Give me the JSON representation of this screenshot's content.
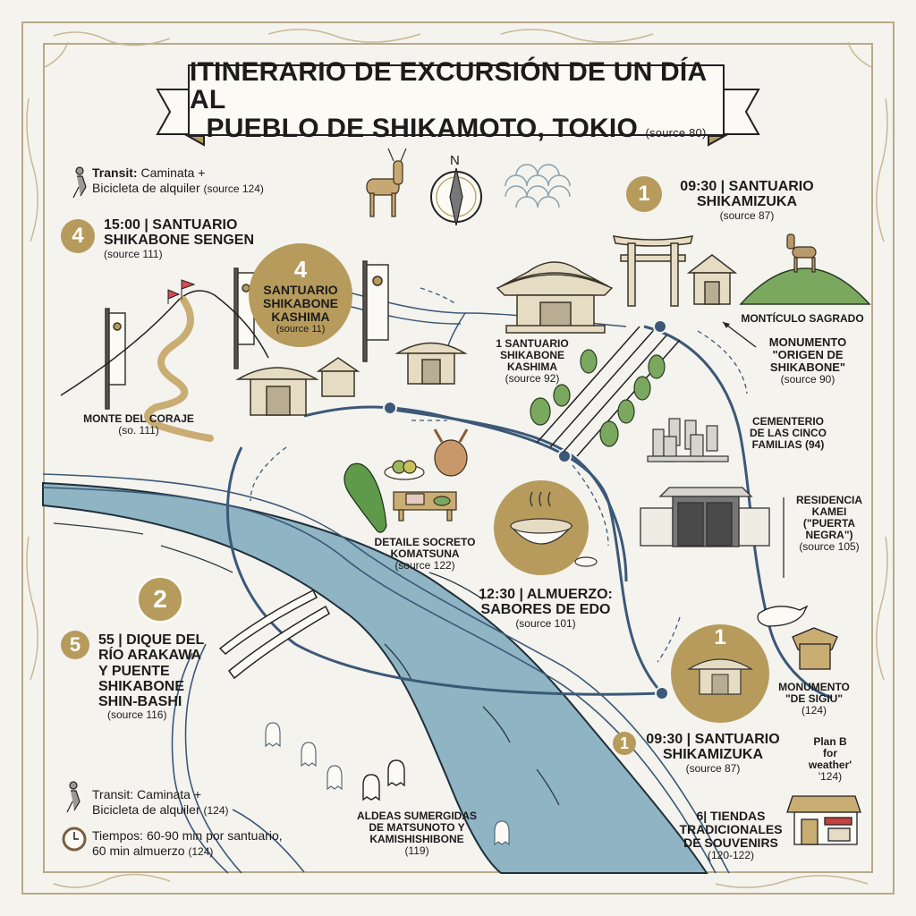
{
  "title": {
    "line1": "ITINERARIO DE EXCURSIÓN DE UN DÍA AL",
    "line2": "PUEBLO DE SHIKAMOTO, TOKIO",
    "source": "(source 80)"
  },
  "compass": {
    "north_label": "N"
  },
  "colors": {
    "gold": "#b69b5c",
    "river": "#8fb4c3",
    "route": "#3c5878",
    "hill": "#7aa85f",
    "border": "#b9a98a",
    "paper": "#f4f3ee"
  },
  "legend_top": {
    "icon": "walker-icon",
    "label_bold": "Transit:",
    "label_rest": " Caminata +",
    "line2": "Bicicleta de alquiler",
    "source": "(source 124)"
  },
  "stops": {
    "sengen": {
      "badge": "4",
      "line1": "15:00 | SANTUARIO",
      "line2": "SHIKABONE SENGEN",
      "source": "(source 111)"
    },
    "kashima_gold": {
      "badge": "4",
      "line1": "SANTUARIO",
      "line2": "SHIKABONE",
      "line3": "KASHIMA",
      "source": "(source 11)"
    },
    "shikamizuka_top": {
      "badge": "1",
      "line1": "09:30 | SANTUARIO",
      "line2": "SHIKAMIZUKA",
      "source": "(source 87)"
    },
    "kashima_center": {
      "line1": "1 SANTUARIO",
      "line2": "SHIKABONE",
      "line3": "KASHIMA",
      "source": "(source 92)"
    },
    "lunch": {
      "line1": "12:30 | ALMUERZO:",
      "line2": "SABORES DE EDO",
      "source": "(source 101)"
    },
    "dique": {
      "badge_river": "2",
      "badge": "5",
      "line1": "55 | DIQUE DEL",
      "line2": "RÍO ARAKAWA",
      "line3": "Y PUENTE",
      "line4": "SHIKABONE",
      "line5": "SHIN-BASHI",
      "source": "(source 116)"
    },
    "shikamizuka_bottom": {
      "badge_big": "1",
      "badge": "1",
      "line1": "09:30 | SANTUARIO",
      "line2": "SHIKAMIZUKA",
      "source": "(source 87)"
    },
    "souvenirs": {
      "line1": "6| TIENDAS",
      "line2": "TRADICIONALES",
      "line3": "DE SOUVENIRS",
      "source": "(120-122)"
    }
  },
  "landmarks": {
    "monticulo": "MONTÍCULO SAGRADO",
    "monumento_origen": {
      "line1": "MONUMENTO",
      "line2": "\"ORIGEN DE",
      "line3": "SHIKABONE\"",
      "source": "(source 90)"
    },
    "monte": {
      "line1": "MONTE DEL CORAJE",
      "source": "(so. 111)"
    },
    "cementerio": {
      "line1": "CEMENTERIO",
      "line2": "DE LAS CINCO",
      "line3": "FAMILIAS (94)"
    },
    "residencia": {
      "line1": "RESIDENCIA",
      "line2": "KAMEI",
      "line3": "(\"PUERTA",
      "line4": "NEGRA\")",
      "source": "(source 105)"
    },
    "komatsuna": {
      "line1": "DETAILE SOCRETO",
      "line2": "KOMATSUNA",
      "source": "(source 122)"
    },
    "monumento_sigiu": {
      "line1": "MONUMENTO",
      "line2": "\"DE SIGIU\"",
      "source": "(124)"
    },
    "plan_b": {
      "line1": "Plan B",
      "line2": "for",
      "line3": "weather'",
      "source": "'124)"
    },
    "aldeas": {
      "line1": "ALDEAS SUMERGIDAS",
      "line2": "DE MATSUNOTO Y",
      "line3": "KAMISHISHIBONE",
      "source": "(119)"
    }
  },
  "legend_bottom": {
    "transit_line1": "Transit: Caminata +",
    "transit_line2": "Bicicleta de alquiler",
    "transit_source": "(124)",
    "time_line1": "Tiempos: 60-90 min por santuario,",
    "time_line2": "60 min almuerzo",
    "time_source": "(124)"
  }
}
